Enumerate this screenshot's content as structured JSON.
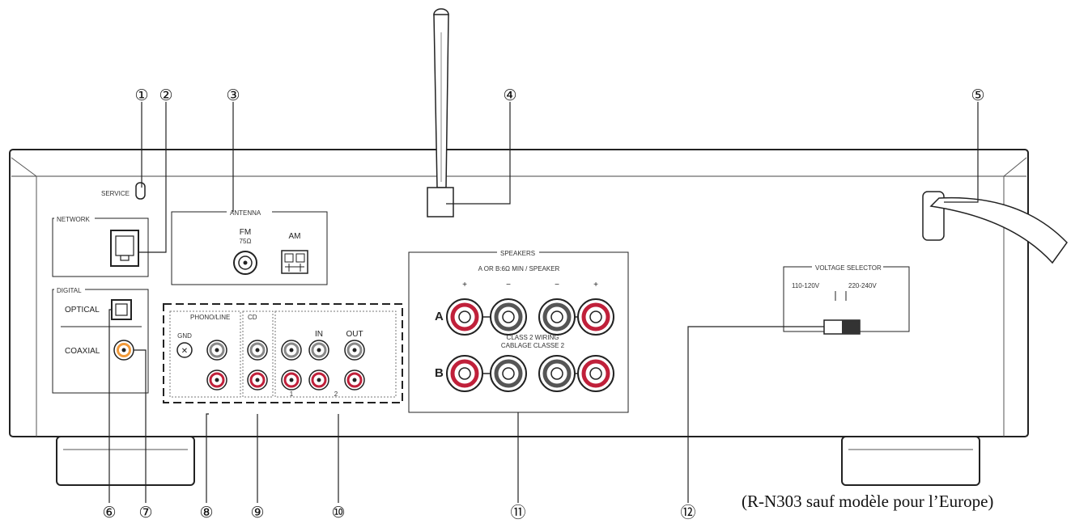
{
  "callouts": [
    "①",
    "②",
    "③",
    "④",
    "⑤",
    "⑥",
    "⑦",
    "⑧",
    "⑨",
    "⑩",
    "⑪",
    "⑫"
  ],
  "labels": {
    "service": "SERVICE",
    "network": "NETWORK",
    "antenna": "ANTENNA",
    "fm": "FM",
    "fm_ohm": "75Ω",
    "am": "AM",
    "digital": "DIGITAL",
    "optical": "OPTICAL",
    "coaxial": "COAXIAL",
    "phono_line": "PHONO/LINE",
    "gnd": "GND",
    "cd": "CD",
    "in": "IN",
    "out": "OUT",
    "one": "1",
    "two": "2",
    "speakers": "SPEAKERS",
    "impedance": "A OR B:6Ω MIN / SPEAKER",
    "row_a": "A",
    "row_b": "B",
    "class2_line1": "CLASS 2 WIRING",
    "class2_line2": "CABLAGE CLASSE 2",
    "voltage_selector": "VOLTAGE SELECTOR",
    "v110": "110-120V",
    "v220": "220-240V"
  },
  "caption": "(R-N303 sauf modèle pour l’Europe)"
}
